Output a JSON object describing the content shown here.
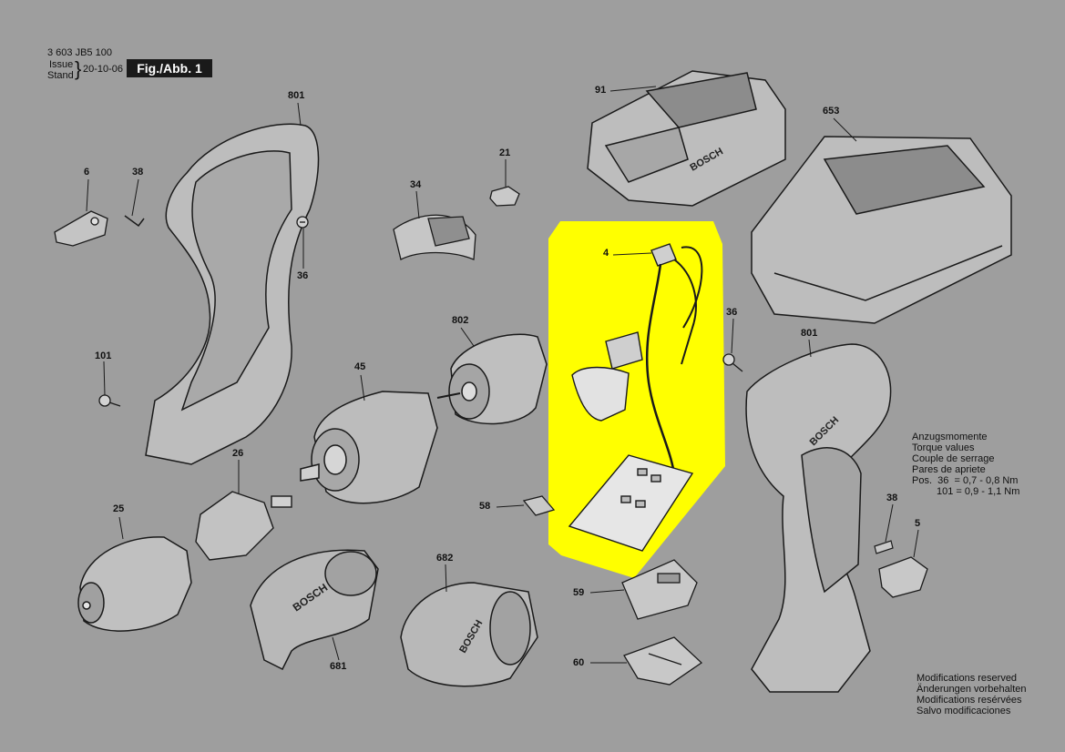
{
  "header": {
    "doc_number": "3 603 JB5 100",
    "issue_label": "Issue",
    "stand_label": "Stand",
    "date": "20-10-06",
    "figure": "Fig./Abb. 1"
  },
  "parts": {
    "p801a": "801",
    "p6": "6",
    "p38a": "38",
    "p34": "34",
    "p21": "21",
    "p36a": "36",
    "p101": "101",
    "p45": "45",
    "p802": "802",
    "p26": "26",
    "p25": "25",
    "p681": "681",
    "p682": "682",
    "p91": "91",
    "p653": "653",
    "p4": "4",
    "p58": "58",
    "p59": "59",
    "p60": "60",
    "p36b": "36",
    "p801b": "801",
    "p38b": "38",
    "p5": "5"
  },
  "brand": "BOSCH",
  "torque": {
    "l1": "Anzugsmomente",
    "l2": "Torque values",
    "l3": "Couple de serrage",
    "l4": "Pares de apriete",
    "l5": "Pos.  36  = 0,7 - 0,8 Nm",
    "l6": "101 = 0,9 - 1,1 Nm"
  },
  "modifications": {
    "l1": "Modifications reserved",
    "l2": "Änderungen vorbehalten",
    "l3": "Modifications resérvées",
    "l4": "Salvo modificaciones"
  },
  "colors": {
    "background": "#9e9e9e",
    "highlight": "#ffff00",
    "line": "#1a1a1a"
  }
}
